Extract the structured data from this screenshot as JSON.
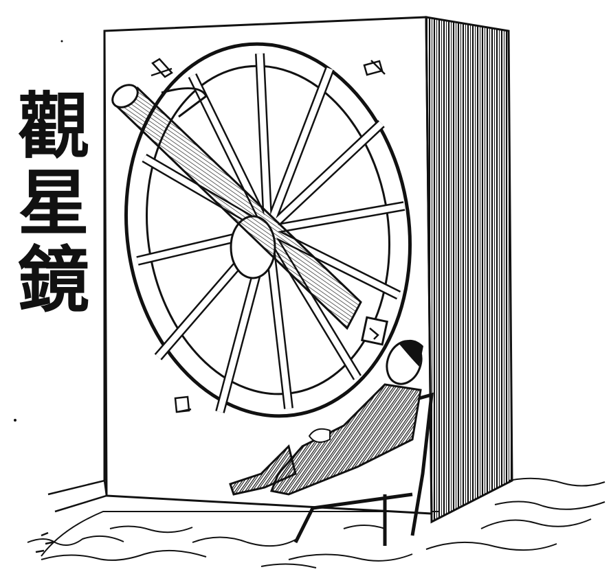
{
  "illustration": {
    "caption_chars": [
      "觀",
      "星",
      "鏡"
    ],
    "subject": "transit-telescope-on-wheel-mount",
    "palette": {
      "ink": "#111111",
      "paper": "#ffffff"
    }
  }
}
